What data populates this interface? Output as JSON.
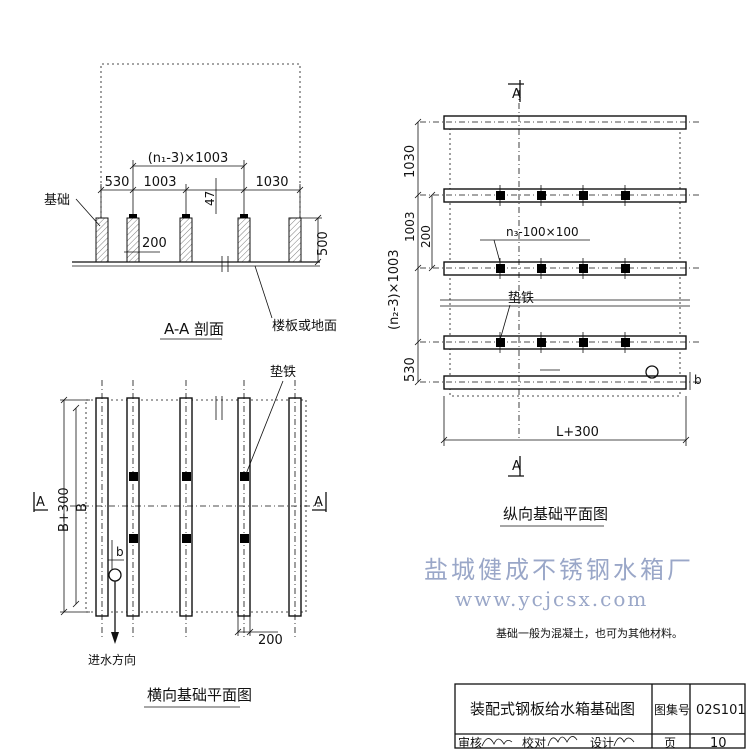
{
  "section": {
    "title": "A-A 剖面",
    "label_foundation": "基础",
    "label_floor": "楼板或地面",
    "dim_total": "(n₁-3)×1003",
    "dim_530": "530",
    "dim_1003": "1003",
    "dim_1030": "1030",
    "dim_47": "47",
    "dim_200": "200",
    "dim_500": "500"
  },
  "plan_transverse": {
    "title": "横向基础平面图",
    "label_pad": "垫铁",
    "dim_b300": "B+300",
    "dim_b": "B",
    "dim_b_small": "b",
    "dim_200": "200",
    "label_inlet": "进水方向",
    "mark_a_left": "A",
    "mark_a_right": "A"
  },
  "plan_longitudinal": {
    "title": "纵向基础平面图",
    "label_pad": "垫铁",
    "pad_spec": "n₃-100×100",
    "dim_1030": "1030",
    "dim_1003": "1003",
    "dim_200": "200",
    "dim_n2": "(n₂-3)×1003",
    "dim_530": "530",
    "dim_l300": "L+300",
    "dim_b_small": "b",
    "mark_a_top": "A",
    "mark_a_bottom": "A"
  },
  "watermark": {
    "company": "盐城健成不锈钢水箱厂",
    "url": "www.ycjcsx.com"
  },
  "note": "基础一般为混凝土，也可为其他材料。",
  "title_block": {
    "title": "装配式钢板给水箱基础图",
    "atlas_label": "图集号",
    "atlas_no": "02S101",
    "review_label": "审核",
    "check_label": "校对",
    "design_label": "设计",
    "page_label": "页",
    "page_no": "10"
  }
}
